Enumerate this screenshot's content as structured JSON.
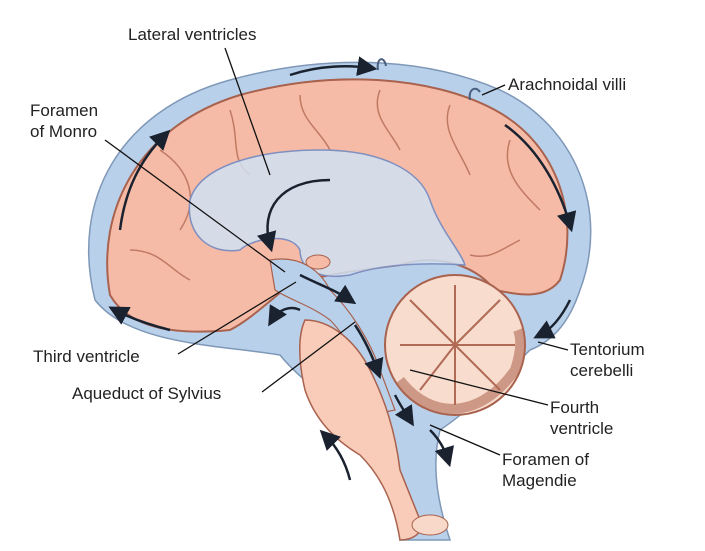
{
  "labels": {
    "lateral_ventricles": "Lateral ventricles",
    "arachnoidal_villi": "Arachnoidal villi",
    "foramen_monro_1": "Foramen",
    "foramen_monro_2": "of Monro",
    "third_ventricle": "Third ventricle",
    "aqueduct": "Aqueduct of Sylvius",
    "tentorium_1": "Tentorium",
    "tentorium_2": "cerebelli",
    "fourth_1": "Fourth",
    "fourth_2": "ventricle",
    "magendie_1": "Foramen of",
    "magendie_2": "Magendie"
  },
  "colors": {
    "csf": "#b9d0ea",
    "brain": "#f5bba6",
    "outline": "#a8624e",
    "ventricle": "#cfe0f2",
    "arrow": "#1a2230"
  }
}
